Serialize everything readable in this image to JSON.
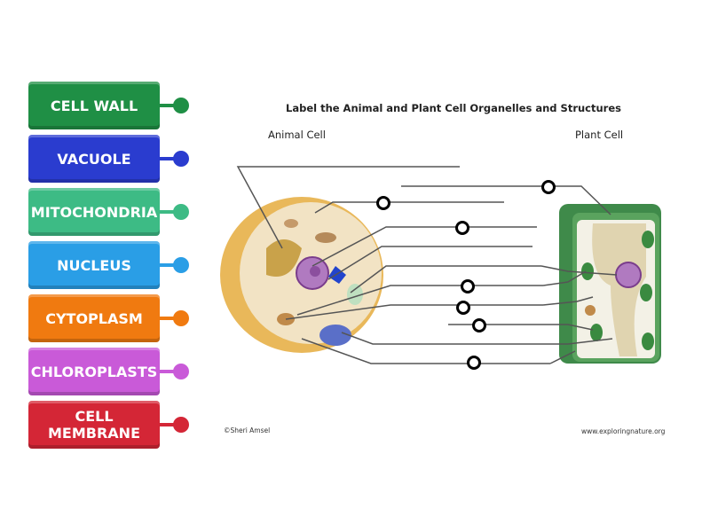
{
  "labels": [
    {
      "text": "CELL WALL",
      "color": "#1f8f45"
    },
    {
      "text": "VACUOLE",
      "color": "#2a3ccf"
    },
    {
      "text": "MITOCHONDRIA",
      "color": "#3dbb85"
    },
    {
      "text": "NUCLEUS",
      "color": "#2a9ee6"
    },
    {
      "text": "CYTOPLASM",
      "color": "#f07a10"
    },
    {
      "text": "CHLOROPLASTS",
      "color": "#c95ad8"
    },
    {
      "text": "CELL MEMBRANE",
      "color": "#d42636"
    }
  ],
  "diagram": {
    "title": "Label the Animal and Plant Cell Organelles and Structures",
    "animal_label": "Animal Cell",
    "plant_label": "Plant Cell",
    "copyright": "©Sheri Amsel",
    "website": "www.exploringnature.org"
  }
}
